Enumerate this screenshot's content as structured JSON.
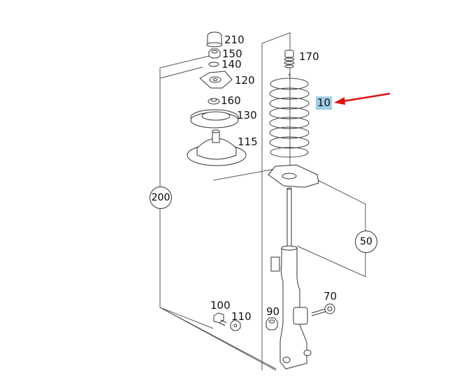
{
  "diagram": {
    "callouts": {
      "p210": "210",
      "p150": "150",
      "p140": "140",
      "p120": "120",
      "p160": "160",
      "p130": "130",
      "p115": "115",
      "p170": "170",
      "p10": "10",
      "p200": "200",
      "p50": "50",
      "p70": "70",
      "p100": "100",
      "p110": "110",
      "p90": "90"
    },
    "highlighted_part": "10",
    "colors": {
      "highlight": "#9fcfe6",
      "arrow": "#e01010",
      "line": "#333333"
    }
  }
}
